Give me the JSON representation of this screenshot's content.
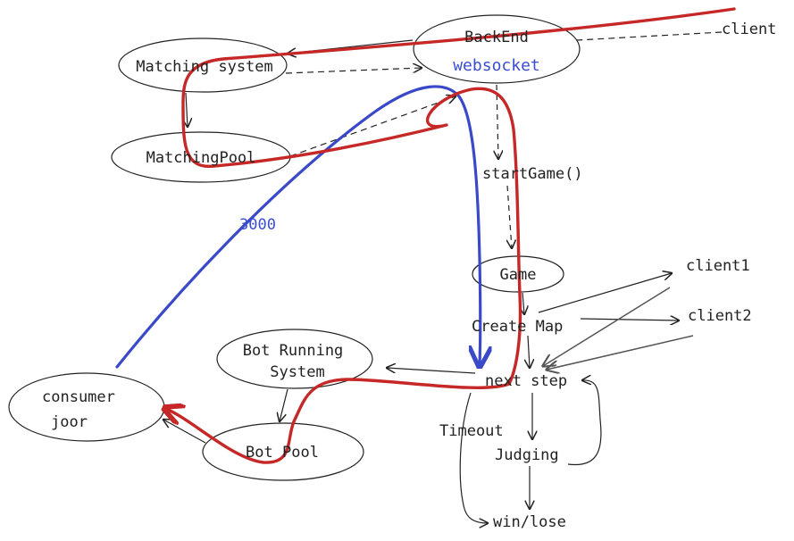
{
  "nodes": {
    "backend": "BackEnd",
    "websocket": "websocket",
    "client": "client",
    "matching_system": "Matching system",
    "matching_pool": "MatchingPool",
    "start_game": "startGame()",
    "number_3000": "3000",
    "game": "Game",
    "client1": "client1",
    "client2": "client2",
    "create_map": "Create Map",
    "bot_running_line1": "Bot Running",
    "bot_running_line2": "System",
    "next_step": "next step",
    "consumer_line1": "consumer",
    "consumer_line2": "joor",
    "timeout": "Timeout",
    "judging": "Judging",
    "bot_pool": "Bot Pool",
    "win_lose": "win/lose"
  },
  "colors": {
    "ink": "#222222",
    "red_path": "#c62828",
    "blue_path": "#3949c8",
    "websocket_text": "#3a4fd0",
    "gray_arrow": "#555555"
  }
}
